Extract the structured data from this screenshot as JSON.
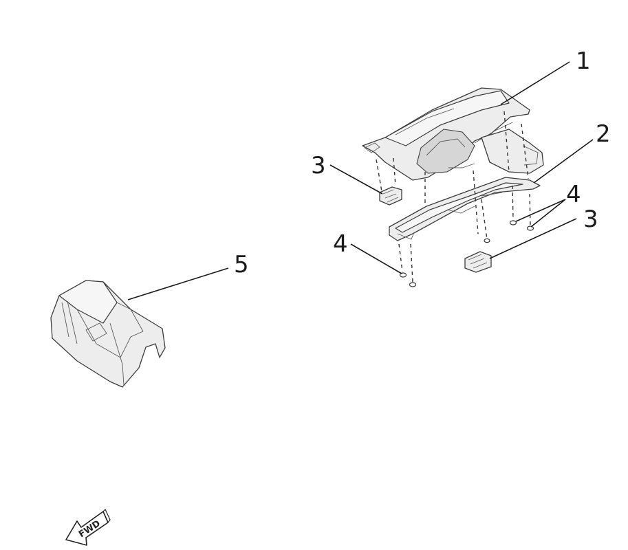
{
  "callouts": [
    {
      "id": "c1",
      "label": "1",
      "part": "rear-cover-upper"
    },
    {
      "id": "c2",
      "label": "2",
      "part": "rear-cover-lower"
    },
    {
      "id": "c3a",
      "label": "3",
      "part": "clip-left"
    },
    {
      "id": "c3b",
      "label": "3",
      "part": "clip-right"
    },
    {
      "id": "c4a",
      "label": "4",
      "part": "screws-right"
    },
    {
      "id": "c4b",
      "label": "4",
      "part": "screws-left"
    },
    {
      "id": "c5",
      "label": "5",
      "part": "seat-cover"
    }
  ],
  "fwd_indicator": {
    "label": "FWD"
  }
}
